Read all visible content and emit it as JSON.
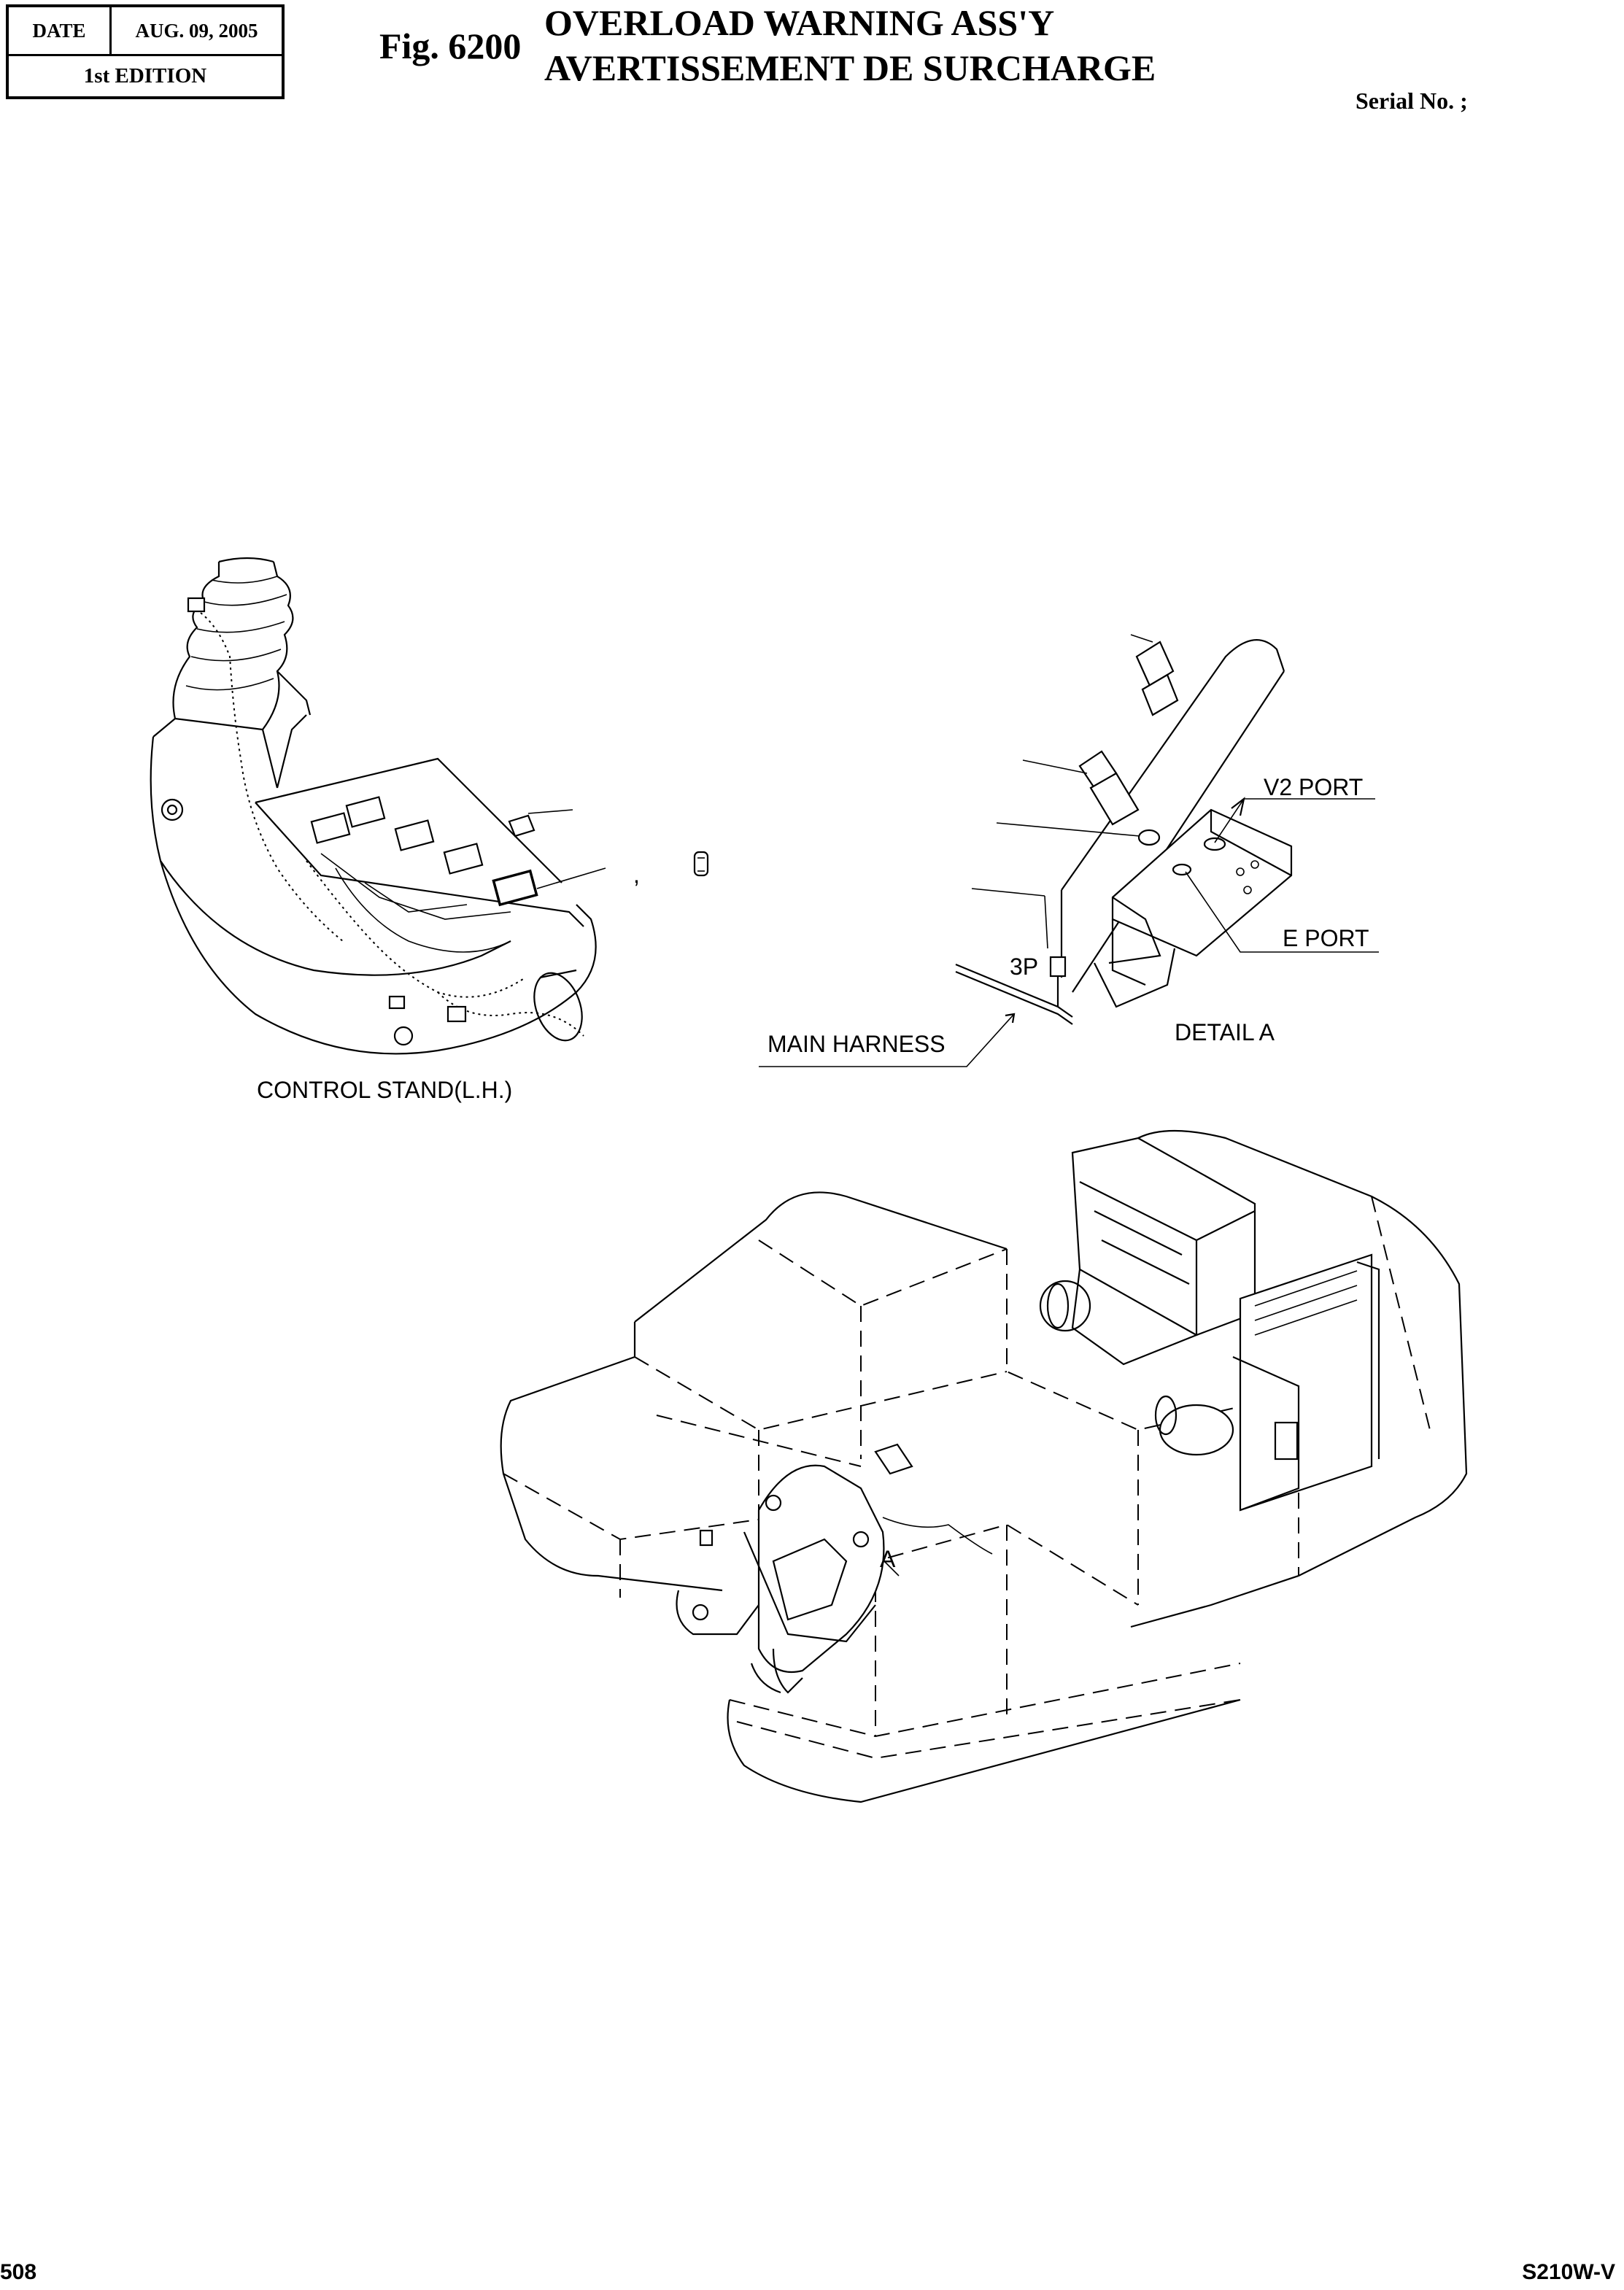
{
  "header": {
    "date_label": "DATE",
    "date_value": "AUG. 09, 2005",
    "edition": "1st EDITION"
  },
  "figure": {
    "number": "Fig. 6200",
    "title_en": "OVERLOAD WARNING ASS'Y",
    "title_fr": "AVERTISSEMENT DE SURCHARGE",
    "serial": "Serial No. ;"
  },
  "diagram": {
    "label_control_stand": "CONTROL STAND(L.H.)",
    "label_comma": ",",
    "label_v2_port": "V2  PORT",
    "label_e_port": "E  PORT",
    "label_3p": "3P",
    "label_main_harness": "MAIN HARNESS",
    "label_detail_a": "DETAIL  A",
    "label_a": "A"
  },
  "footer": {
    "page_number": "508",
    "model": "S210W-V"
  }
}
